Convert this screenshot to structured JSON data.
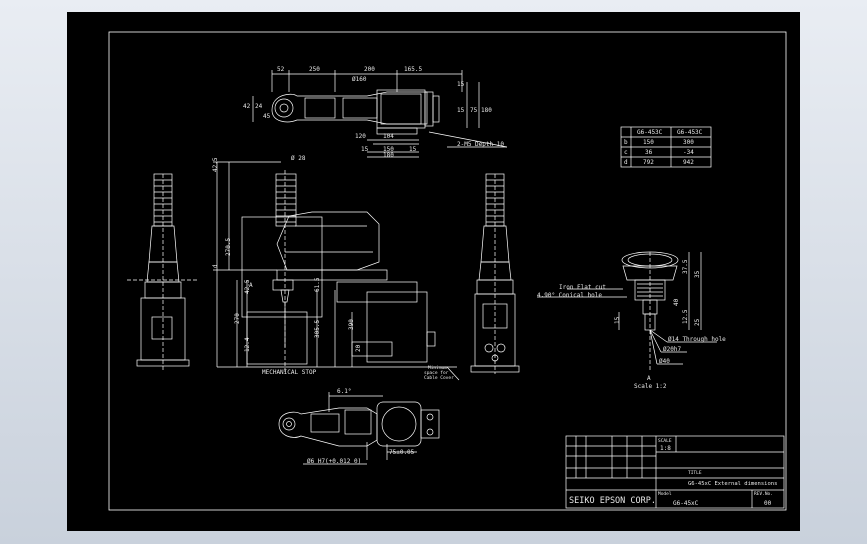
{
  "colors": {
    "background": "#000000",
    "lines": "#ffffff",
    "page": "#d4dae3"
  },
  "top_view": {
    "dims_top": [
      "52",
      "250",
      "200",
      "165.5"
    ],
    "dia_label": "Ø160",
    "side_left": [
      "42",
      "24",
      "45"
    ],
    "side_right": [
      "15",
      "15",
      "75",
      "180"
    ],
    "under": [
      "120",
      "104",
      "15",
      "15",
      "150",
      "180"
    ],
    "note": "2-M5 Depth 10"
  },
  "table": {
    "headers": [
      "",
      "G6-453C",
      "G6-453C"
    ],
    "rows": [
      [
        "b",
        "150",
        "300"
      ],
      [
        "c",
        "36",
        "-34"
      ],
      [
        "d",
        "792",
        "942"
      ]
    ]
  },
  "front_view": {
    "dia_top": "Ø 28",
    "dims_left": [
      "42.5",
      "270.5",
      "d",
      "270",
      "42.5",
      "12.4"
    ],
    "dims_mid": [
      "61.5",
      "305.5",
      "390",
      "20"
    ],
    "arrow_label": "A",
    "stop_label": "MECHANICAL STOP",
    "cover_note": [
      "Minimum",
      "space for",
      "Cable Cover"
    ]
  },
  "detail": {
    "labels": [
      "Iron Flat cut",
      "4.90° Conical hole"
    ],
    "right_dims": [
      "37.5",
      "35",
      "40",
      "12.5",
      "25"
    ],
    "left_dims": [
      "15"
    ],
    "callouts": [
      "Ø14 Through hole",
      "Ø20h7",
      "Ø40"
    ],
    "title_A": "A",
    "scale": "Scale 1:2"
  },
  "bottom_view": {
    "top_dim": "6.1°",
    "hole": "Ø6 H7(+0.012 0)",
    "dim2": "75±0.05"
  },
  "title_block": {
    "scale_label": "SCALE",
    "scale_value": "1:8",
    "title_label": "TITLE",
    "title_value": "G6-45xC External dimensions",
    "company": "SEIKO EPSON CORP.",
    "model_label": "Model",
    "model_value": "G6-45xC",
    "rev_label": "REV.No.",
    "rev_value": "00"
  }
}
